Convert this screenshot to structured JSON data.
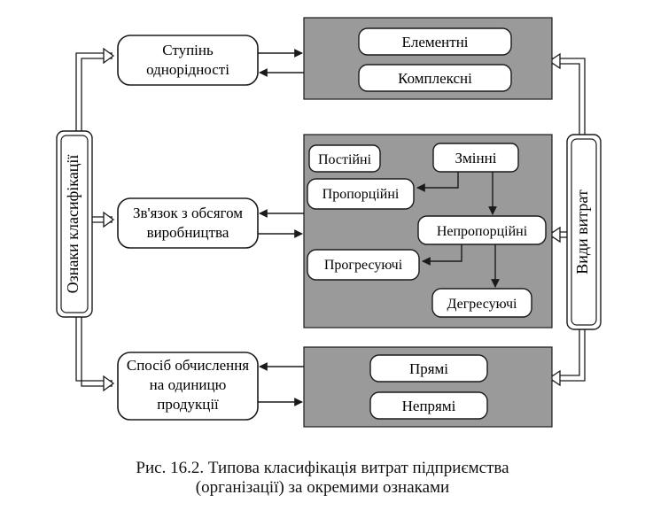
{
  "left_vertical_label": "Ознаки класифікації",
  "right_vertical_label": "Види витрат",
  "criteria": {
    "homogeneity": "Ступінь однорідності",
    "volume": "Зв'язок з обсягом виробництва",
    "calculation": "Спосіб обчислення на одиницю продукції"
  },
  "types": {
    "elementary": "Елементні",
    "complex": "Комплексні",
    "fixed": "Постійні",
    "variable": "Змінні",
    "proportional": "Пропорційні",
    "disproportional": "Непропорційні",
    "progressive": "Прогресуючі",
    "degressive": "Дегресуючі",
    "direct": "Прямі",
    "indirect": "Непрямі"
  },
  "caption": {
    "line1": "Рис. 16.2. Типова класифікація витрат підприємства",
    "line2": "(організації) за окремими ознаками"
  },
  "colors": {
    "panel_fill": "#9a9a9a",
    "box_fill": "#ffffff",
    "stroke": "#1a1a1a"
  }
}
